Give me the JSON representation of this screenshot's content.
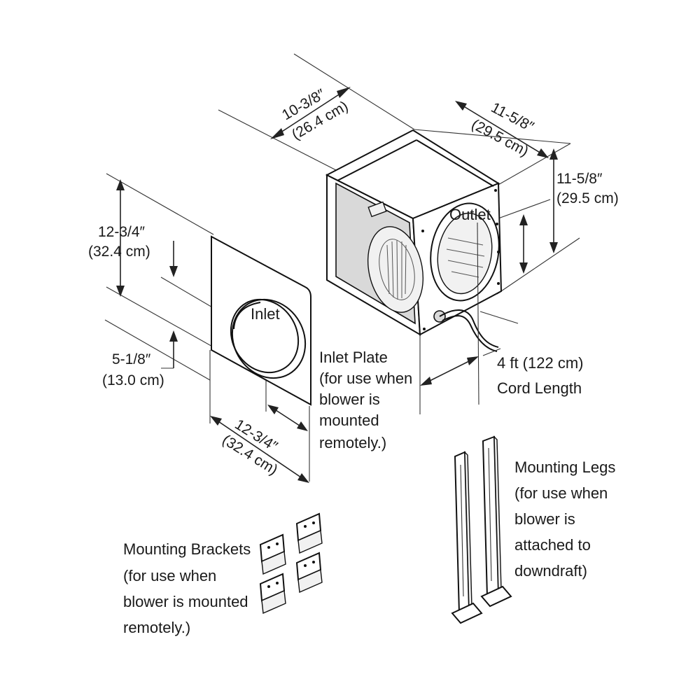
{
  "dimensions": {
    "blower_depth": {
      "imperial": "10-3/8″",
      "metric": "(26.4 cm)"
    },
    "blower_width": {
      "imperial": "11-5/8″",
      "metric": "(29.5 cm)"
    },
    "blower_height": {
      "imperial": "11-5/8″",
      "metric": "(29.5 cm)"
    },
    "plate_height": {
      "imperial": "12-3/4″",
      "metric": "(32.4 cm)"
    },
    "plate_width": {
      "imperial": "12-3/4″",
      "metric": "(32.4 cm)"
    },
    "inlet_offset": {
      "imperial": "5-1/8″",
      "metric": "(13.0 cm)"
    }
  },
  "labels": {
    "outlet": "Outlet",
    "inlet": "Inlet",
    "cord_line1": "4 ft (122 cm)",
    "cord_line2": "Cord Length"
  },
  "callouts": {
    "inlet_plate": [
      "Inlet Plate",
      "(for use when",
      "blower is",
      "mounted",
      "remotely.)"
    ],
    "mounting_legs": [
      "Mounting Legs",
      "(for use when",
      "blower is",
      "attached to",
      "downdraft)"
    ],
    "mounting_brackets": [
      "Mounting Brackets",
      "(for use when",
      "blower is mounted",
      "remotely.)"
    ]
  }
}
